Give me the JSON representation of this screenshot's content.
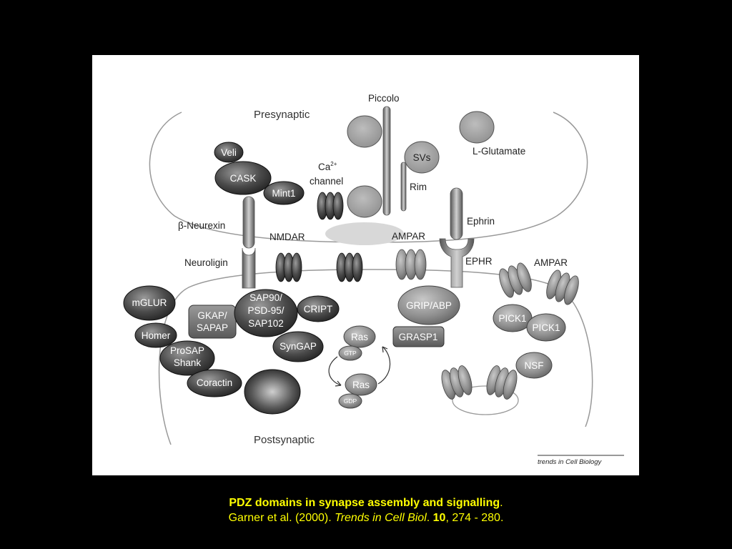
{
  "figure": {
    "labels": {
      "presynaptic": "Presynaptic",
      "postsynaptic": "Postsynaptic",
      "piccolo": "Piccolo",
      "l_glutamate": "L-Glutamate",
      "svs": "SVs",
      "rim": "Rim",
      "ca": "Ca",
      "ca_sup": "2+",
      "channel": "channel",
      "veli": "Veli",
      "cask": "CASK",
      "mint1": "Mint1",
      "b_neurexin": "β-Neurexin",
      "neuroligin": "Neuroligin",
      "nmdar": "NMDAR",
      "ampar_1": "AMPAR",
      "ephrin": "Ephrin",
      "ephr": "EPHR",
      "ampar_2": "AMPAR",
      "mglur": "mGLUR",
      "gkap_1": "GKAP/",
      "gkap_2": "SAPAP",
      "sap_1": "SAP90/",
      "sap_2": "PSD-95/",
      "sap_3": "SAP102",
      "cript": "CRIPT",
      "homer": "Homer",
      "prosap_1": "ProSAP",
      "prosap_2": "Shank",
      "syngap": "SynGAP",
      "coractin": "Coractin",
      "grip": "GRIP/ABP",
      "grasp": "GRASP1",
      "ras_top": "Ras",
      "gtp": "GTP",
      "ras_bottom": "Ras",
      "gdp": "GDP",
      "pick1_a": "PICK1",
      "pick1_b": "PICK1",
      "nsf": "NSF",
      "journal_mark": "trends in Cell Biology"
    }
  },
  "caption": {
    "title": "PDZ domains in synapse assembly and signalling",
    "title_end": ".",
    "authors": "Garner et al. (2000). ",
    "journal": "Trends in Cell Biol",
    "journal_end": ". ",
    "volume": "10",
    "pages": ", 274 - 280."
  }
}
